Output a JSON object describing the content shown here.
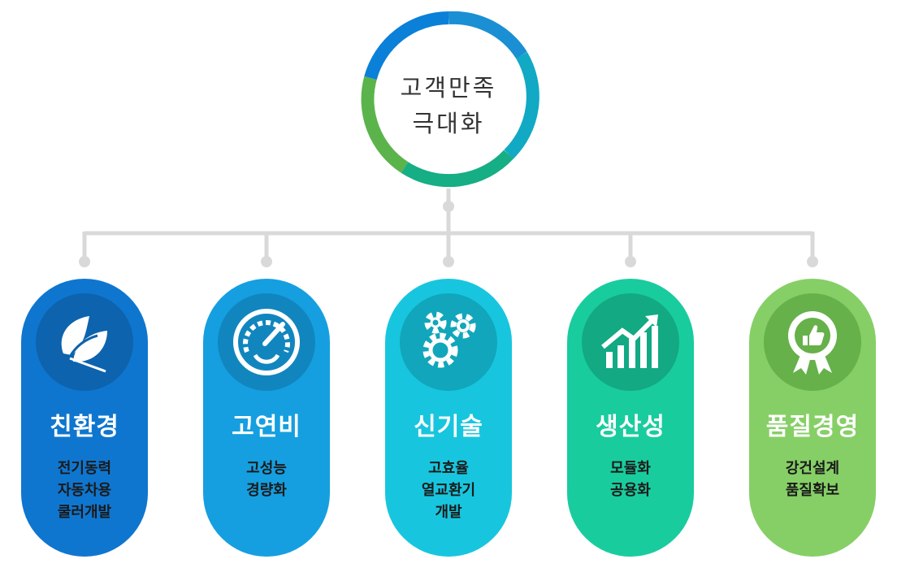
{
  "center": {
    "line1": "고객만족",
    "line2": "극대화"
  },
  "colors": {
    "connector": "#d9d9d9",
    "ring": [
      "#0a84d6",
      "#1aa0d0",
      "#0fb3a8",
      "#19b06e",
      "#56b649"
    ]
  },
  "pillars": [
    {
      "title": "친환경",
      "icon": "leaf-icon",
      "color": "#0f76cf",
      "circle": "#0d63ad",
      "desc": [
        "전기동력",
        "자동차용",
        "쿨러개발"
      ]
    },
    {
      "title": "고연비",
      "icon": "gauge-icon",
      "color": "#159fe0",
      "circle": "#1186be",
      "desc": [
        "고성능",
        "경량화"
      ]
    },
    {
      "title": "신기술",
      "icon": "gears-icon",
      "color": "#17c6de",
      "circle": "#11a6bb",
      "desc": [
        "고효율",
        "열교환기",
        "개발"
      ]
    },
    {
      "title": "생산성",
      "icon": "growth-chart-icon",
      "color": "#19cc9e",
      "circle": "#12a983",
      "desc": [
        "모듈화",
        "공용화"
      ]
    },
    {
      "title": "품질경영",
      "icon": "quality-badge-icon",
      "color": "#86cf66",
      "circle": "#66b14a",
      "desc": [
        "강건설계",
        "품질확보"
      ]
    }
  ]
}
